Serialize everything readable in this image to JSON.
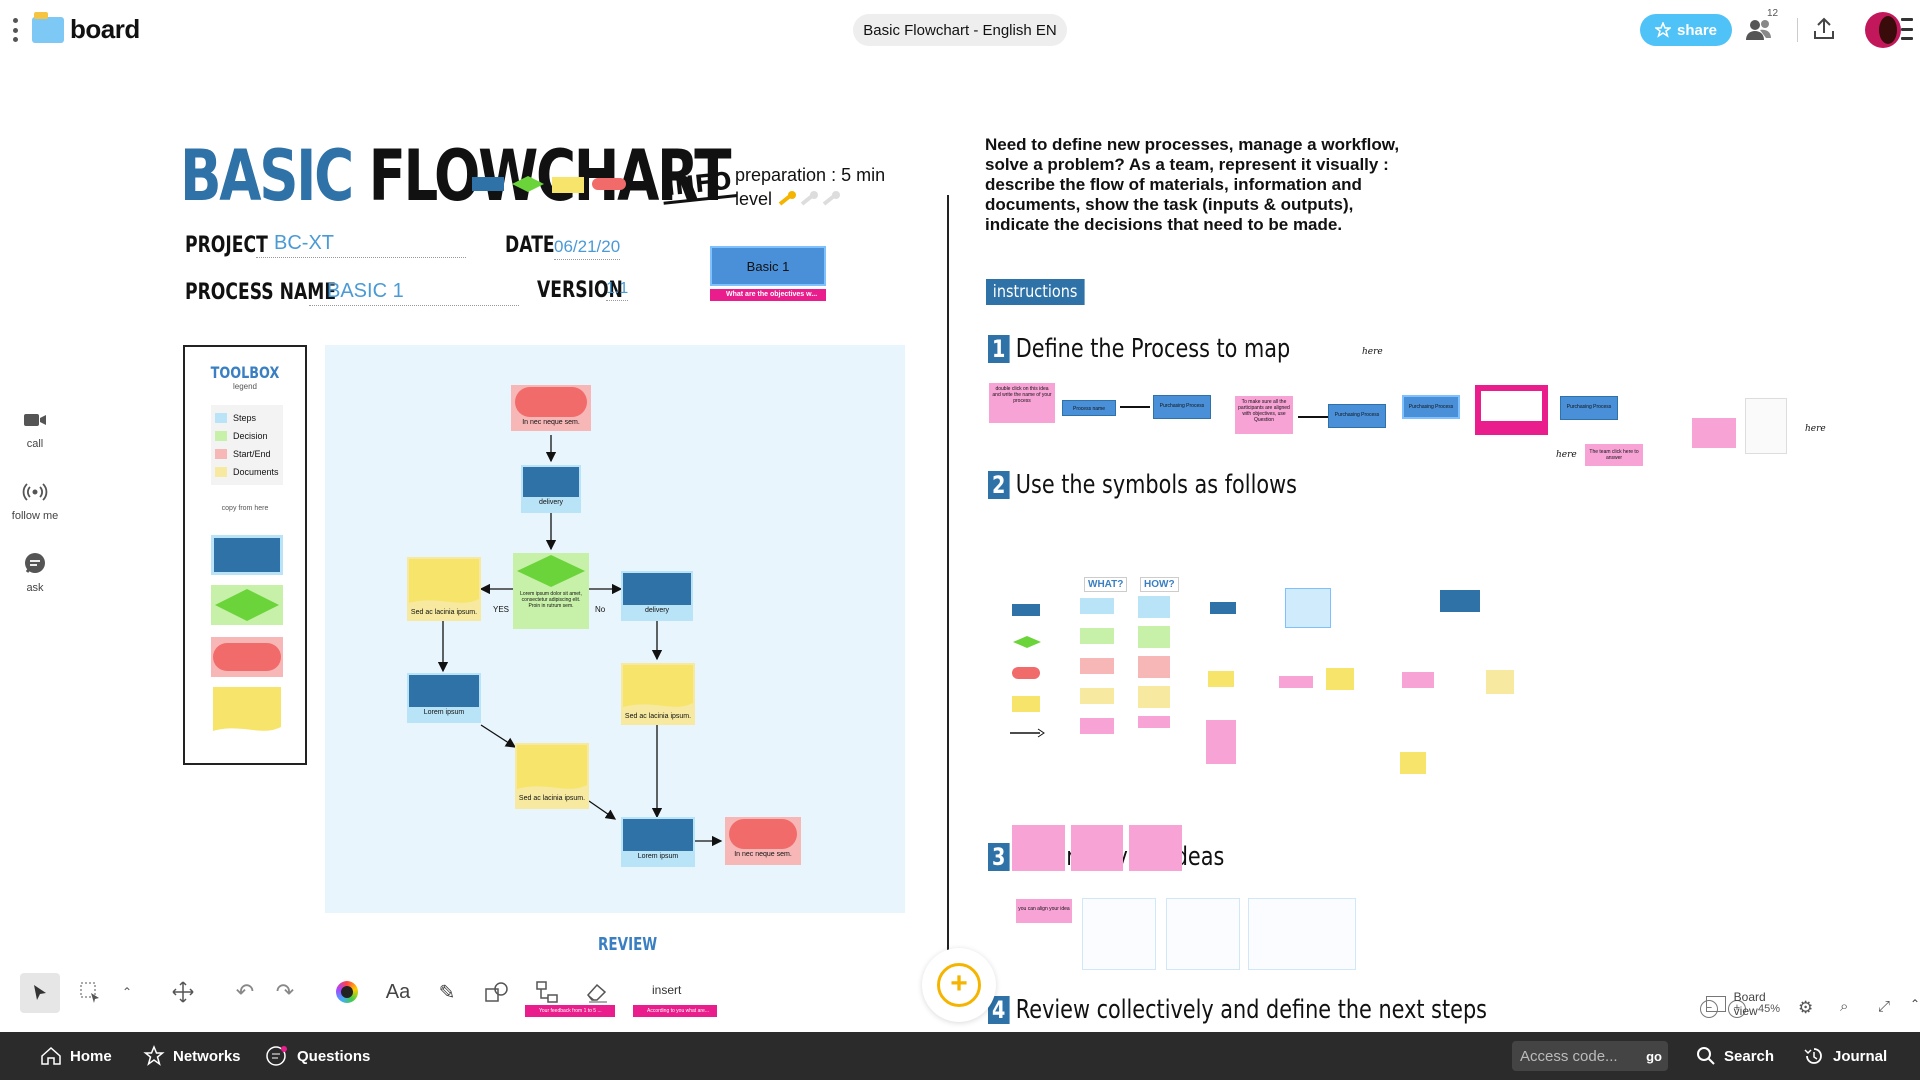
{
  "app": {
    "name": "board",
    "doc_title": "Basic Flowchart - English EN",
    "share_label": "share",
    "users_count": "12"
  },
  "left_sidebar": [
    {
      "label": "call",
      "icon": "video-camera-icon"
    },
    {
      "label": "follow me",
      "icon": "broadcast-icon"
    },
    {
      "label": "ask",
      "icon": "chat-icon"
    }
  ],
  "header": {
    "title_part1": "BASIC",
    "title_part2": "FLOWCHART",
    "info": "INFO",
    "prep_line": "preparation : 5 min",
    "level_line": "level",
    "project_label": "PROJECT",
    "project_value": "BC-XT",
    "date_label": "DATE",
    "date_value": "06/21/20",
    "process_label": "PROCESS NAME",
    "process_value": "BASIC 1",
    "version_label": "VERSION",
    "version_value": "1.1",
    "mini_card_label": "Basic 1",
    "mini_card_question": "What are the objectives w..."
  },
  "toolbox": {
    "title": "TOOLBOX",
    "subtitle": "legend",
    "legend": [
      {
        "label": "Steps",
        "color": "#b9e3f7"
      },
      {
        "label": "Decision",
        "color": "#c7f0a8"
      },
      {
        "label": "Start/End",
        "color": "#f7b7b7"
      },
      {
        "label": "Documents",
        "color": "#f7eaa0"
      }
    ],
    "copy_label": "copy from here"
  },
  "flow": {
    "start": "In nec neque sem.",
    "delivery1": "delivery",
    "decision": "Lorem ipsum dolor sit amet, consectetur adipiscing elit. Proin in rutrum sem.",
    "yes": "YES",
    "no": "No",
    "doc_left": "Sed ac lacinia ipsum.",
    "delivery2": "delivery",
    "lorem_left": "Lorem ipsum",
    "doc_right": "Sed ac lacinia ipsum.",
    "doc_mid": "Sed ac lacinia ipsum.",
    "lorem_bottom": "Lorem ipsum",
    "end": "In nec neque sem."
  },
  "right": {
    "intro": "Need to define new processes, manage a workflow, solve a problem? As a team, represent it visually : describe the flow of materials, information and documents, show the task (inputs & outputs), indicate the decisions that need to be made.",
    "instructions_label": "instructions",
    "steps": [
      {
        "num": "1",
        "title": "Define the Process to map"
      },
      {
        "num": "2",
        "title": "Use the symbols as follows"
      },
      {
        "num": "3",
        "title": "Organize your ideas"
      },
      {
        "num": "4",
        "title": "Review collectively and define the next steps"
      }
    ],
    "what": "WHAT?",
    "how": "HOW?",
    "here1": "here",
    "here2": "here",
    "here3": "here",
    "step1_notes": [
      "double click on this idea and write the name of your process",
      "Process name",
      "Purchasing Process",
      "To make sure all the participants are aligned with objectives, use Question",
      "Purchasing Process",
      "Purchasing Process",
      "Purchasing Process",
      "The team click here to answer"
    ],
    "step3_note": "you can align your idea"
  },
  "bottom_toolbar": {
    "insert_label": "insert",
    "review_label": "REVIEW",
    "review_card1": "Your feedback from 1 to 5 ...",
    "review_card2": "According to you what are..."
  },
  "zoom": {
    "value": "45%",
    "board_view": "Board view"
  },
  "footer": {
    "home": "Home",
    "networks": "Networks",
    "questions": "Questions",
    "access_placeholder": "Access code...",
    "go": "go",
    "search": "Search",
    "journal": "Journal"
  }
}
